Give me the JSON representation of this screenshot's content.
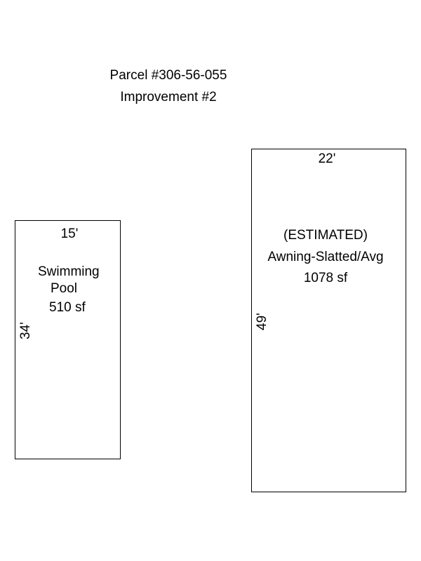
{
  "header": {
    "parcel": "Parcel #306-56-055",
    "improvement": "Improvement #2"
  },
  "pool": {
    "width_label": "15'",
    "length_label": "34'",
    "name_line1": "Swimming",
    "name_line2": "Pool",
    "area": "510 sf"
  },
  "awning": {
    "width_label": "22'",
    "length_label": "49'",
    "estimated": "(ESTIMATED)",
    "name": "Awning-Slatted/Avg",
    "area": "1078 sf"
  }
}
